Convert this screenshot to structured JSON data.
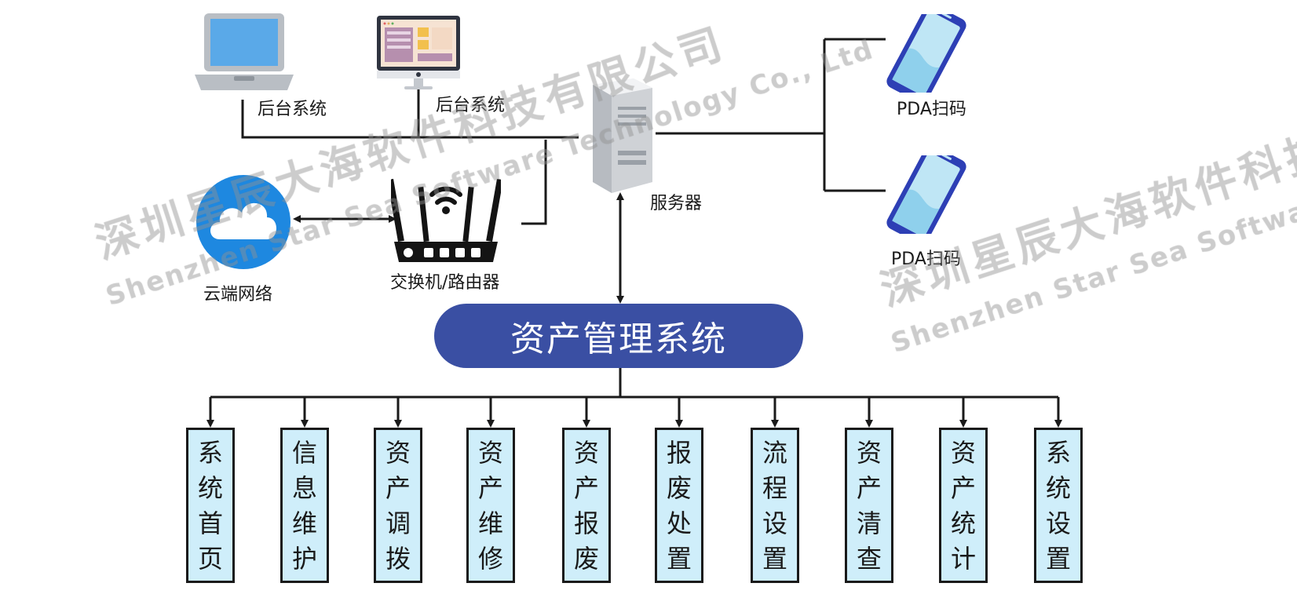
{
  "labels": {
    "backend_1": "后台系统",
    "backend_2": "后台系统",
    "pda_1": "PDA扫码",
    "pda_2": "PDA扫码",
    "server": "服务器",
    "cloud": "云端网络",
    "router": "交换机/路由器"
  },
  "title": "资产管理系统",
  "modules": [
    "系统首页",
    "信息维护",
    "资产调拨",
    "资产维修",
    "资产报废",
    "报废处置",
    "流程设置",
    "资产清查",
    "资产统计",
    "系统设置"
  ],
  "watermark": {
    "cn": "深圳星辰大海软件科技有限公司",
    "en": "Shenzhen Star Sea Software Technology Co., Ltd"
  },
  "colors": {
    "title_pill": "#3a4fa3",
    "module_fill": "#cfeefa",
    "cloud_blue": "#1e88e0",
    "phone_blue": "#2d3fb5",
    "line": "#1a1a1a"
  },
  "icons": [
    "laptop-icon",
    "monitor-icon",
    "server-icon",
    "cloud-icon",
    "router-icon",
    "smartphone-icon"
  ]
}
